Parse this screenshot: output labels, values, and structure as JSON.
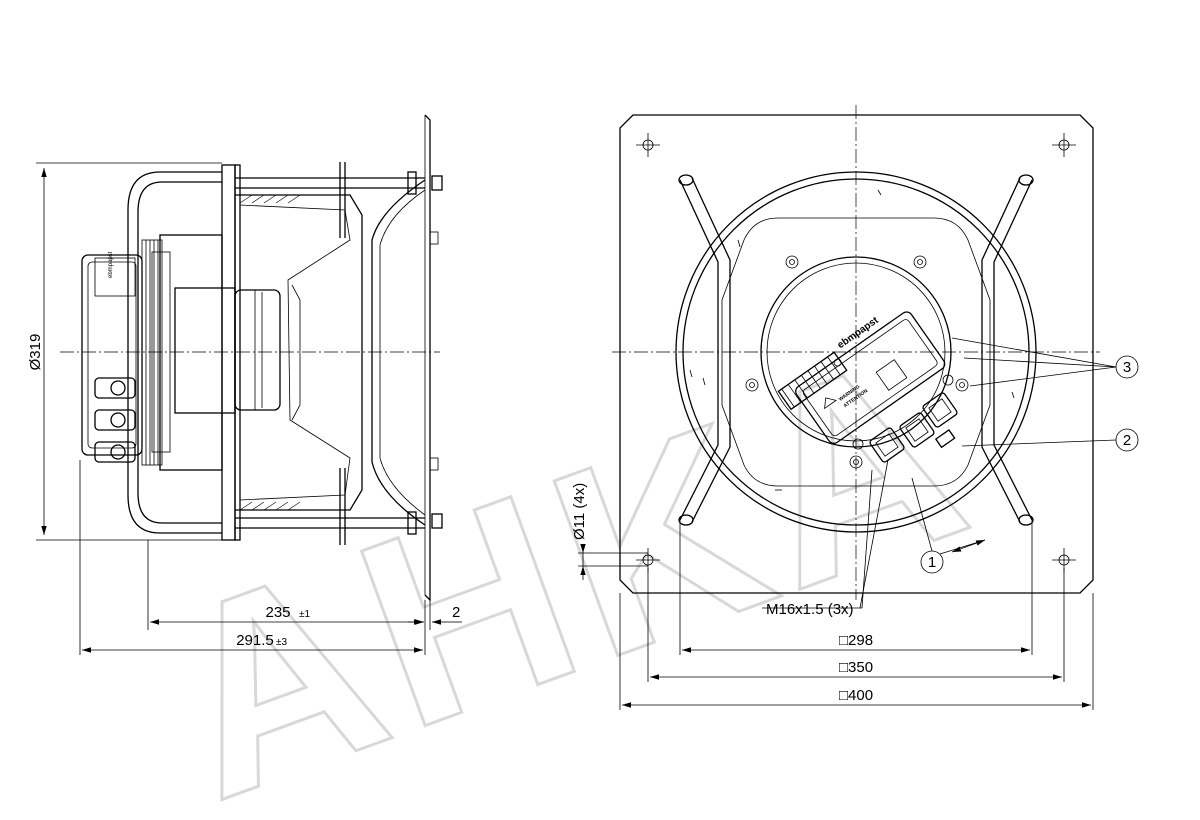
{
  "dimensions": {
    "diameter": "Ø319",
    "length_235": "235",
    "tol_235": "±1",
    "length_291": "291.5",
    "tol_291": "±3",
    "flange_thickness": "2",
    "hole": "Ø11 (4x)",
    "gland": "M16x1.5 (3x)",
    "sq_298": "□298",
    "sq_350": "□350",
    "sq_400": "□400"
  },
  "callouts": [
    "1",
    "2",
    "3"
  ],
  "motor_label": {
    "brand": "ebmpapst",
    "warning": "WARNING",
    "attention": "ATTENTION",
    "side_label": "ebmpapst"
  },
  "watermark": "AHKA"
}
